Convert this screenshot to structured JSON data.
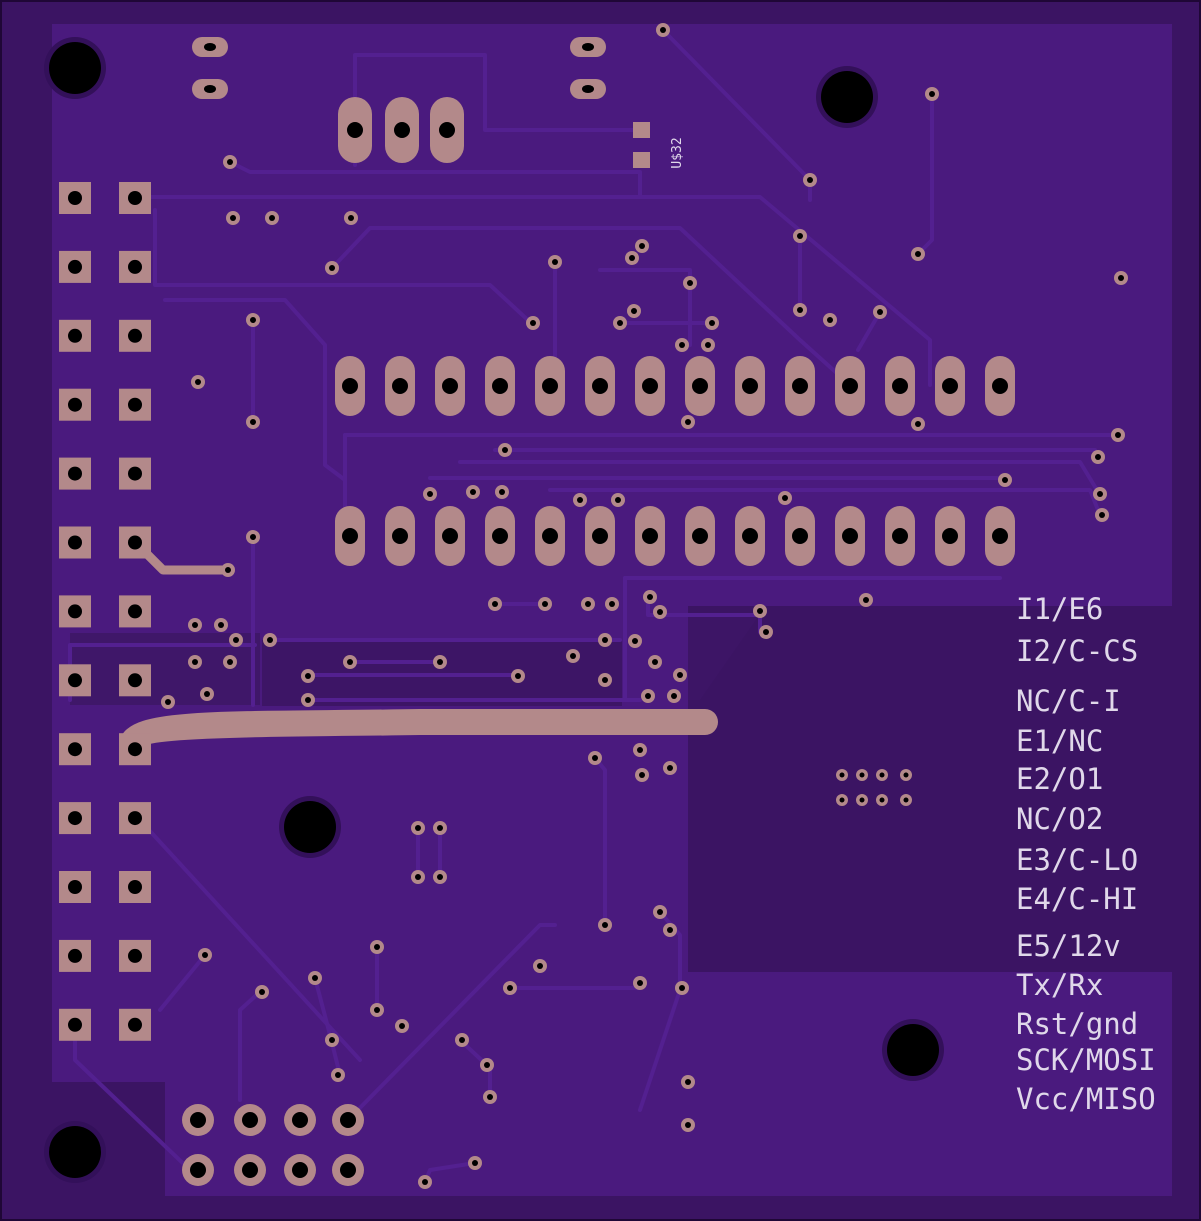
{
  "board": {
    "colors": {
      "substrate": "#3b1463",
      "copper_pour": "#4a1a7e",
      "trace": "#4d1c84",
      "trace_edge": "#2b0c4a",
      "pad": "#b3898a",
      "drill": "#000000",
      "silk": "#e0d8ea"
    },
    "component_label": "U$32",
    "pin_labels": [
      "I1/E6",
      "I2/C-CS",
      "NC/C-I",
      "E1/NC",
      "E2/O1",
      "NC/O2",
      "E3/C-LO",
      "E4/C-HI",
      "E5/12v",
      "Tx/Rx",
      "Rst/gnd",
      "SCK/MOSI",
      "Vcc/MISO"
    ]
  }
}
